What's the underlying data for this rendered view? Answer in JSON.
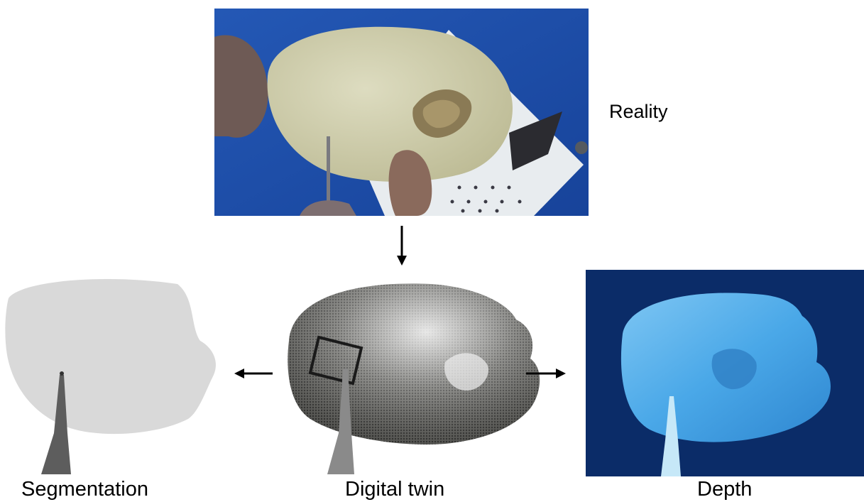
{
  "labels": {
    "reality": "Reality",
    "segmentation": "Segmentation",
    "digital_twin": "Digital twin",
    "depth": "Depth"
  },
  "colors": {
    "reality_background": "#1d4fa8",
    "phantom_skull": "#d4d3b0",
    "twin_skull": "#5a5a57",
    "segmentation_skull": "#d9d9d9",
    "segmentation_tool": "#5d5d5d",
    "depth_background": "#0b2c68",
    "depth_skull": "#4aa8e8",
    "depth_tool": "#c6e8f8",
    "arrow": "#000000"
  }
}
